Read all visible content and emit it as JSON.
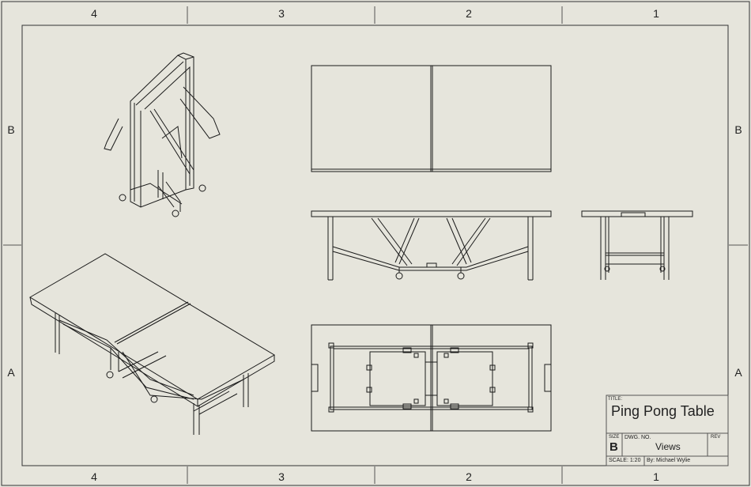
{
  "border": {
    "columns_top": [
      "4",
      "3",
      "2",
      "1"
    ],
    "columns_bottom": [
      "4",
      "3",
      "2",
      "1"
    ],
    "rows_left": [
      "B",
      "A"
    ],
    "rows_right": [
      "B",
      "A"
    ]
  },
  "title_block": {
    "title_caption": "TITLE:",
    "title": "Ping Pong Table",
    "size_caption": "SIZE",
    "size": "B",
    "dwg_caption": "DWG.  NO.",
    "dwg_no": "Views",
    "rev_caption": "REV",
    "scale": "SCALE: 1:20",
    "author": "By: Michael Wylie"
  },
  "colors": {
    "paper": "#e6e5dc",
    "line": "#1a1a1a"
  }
}
